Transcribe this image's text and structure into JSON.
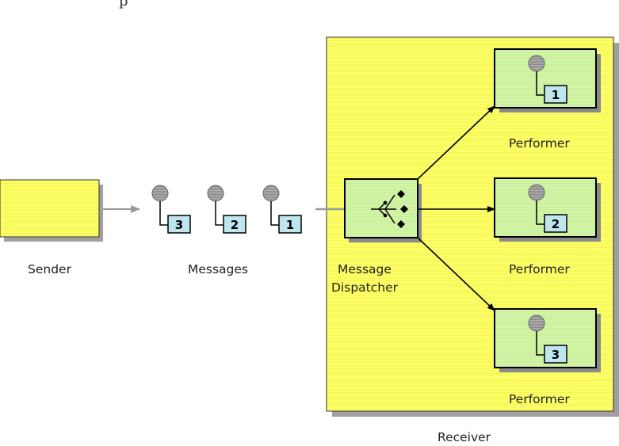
{
  "header": {
    "text": "p"
  },
  "labels": {
    "sender": "Sender",
    "messages": "Messages",
    "dispatcher_line1": "Message",
    "dispatcher_line2": "Dispatcher",
    "performer_1": "Performer",
    "performer_2": "Performer",
    "performer_3": "Performer",
    "receiver": "Receiver"
  },
  "messages": [
    {
      "number": "3"
    },
    {
      "number": "2"
    },
    {
      "number": "1"
    }
  ],
  "performers": [
    {
      "number": "1"
    },
    {
      "number": "2"
    },
    {
      "number": "3"
    }
  ],
  "colors": {
    "sender_fill": "#FFFF66",
    "receiver_fill": "#FFFF66",
    "node_fill": "#D2F5A8",
    "token_fill": "#BFE6EE",
    "message_dot": "#888888",
    "arrow_gray": "#999999",
    "arrow_black": "#000000"
  }
}
